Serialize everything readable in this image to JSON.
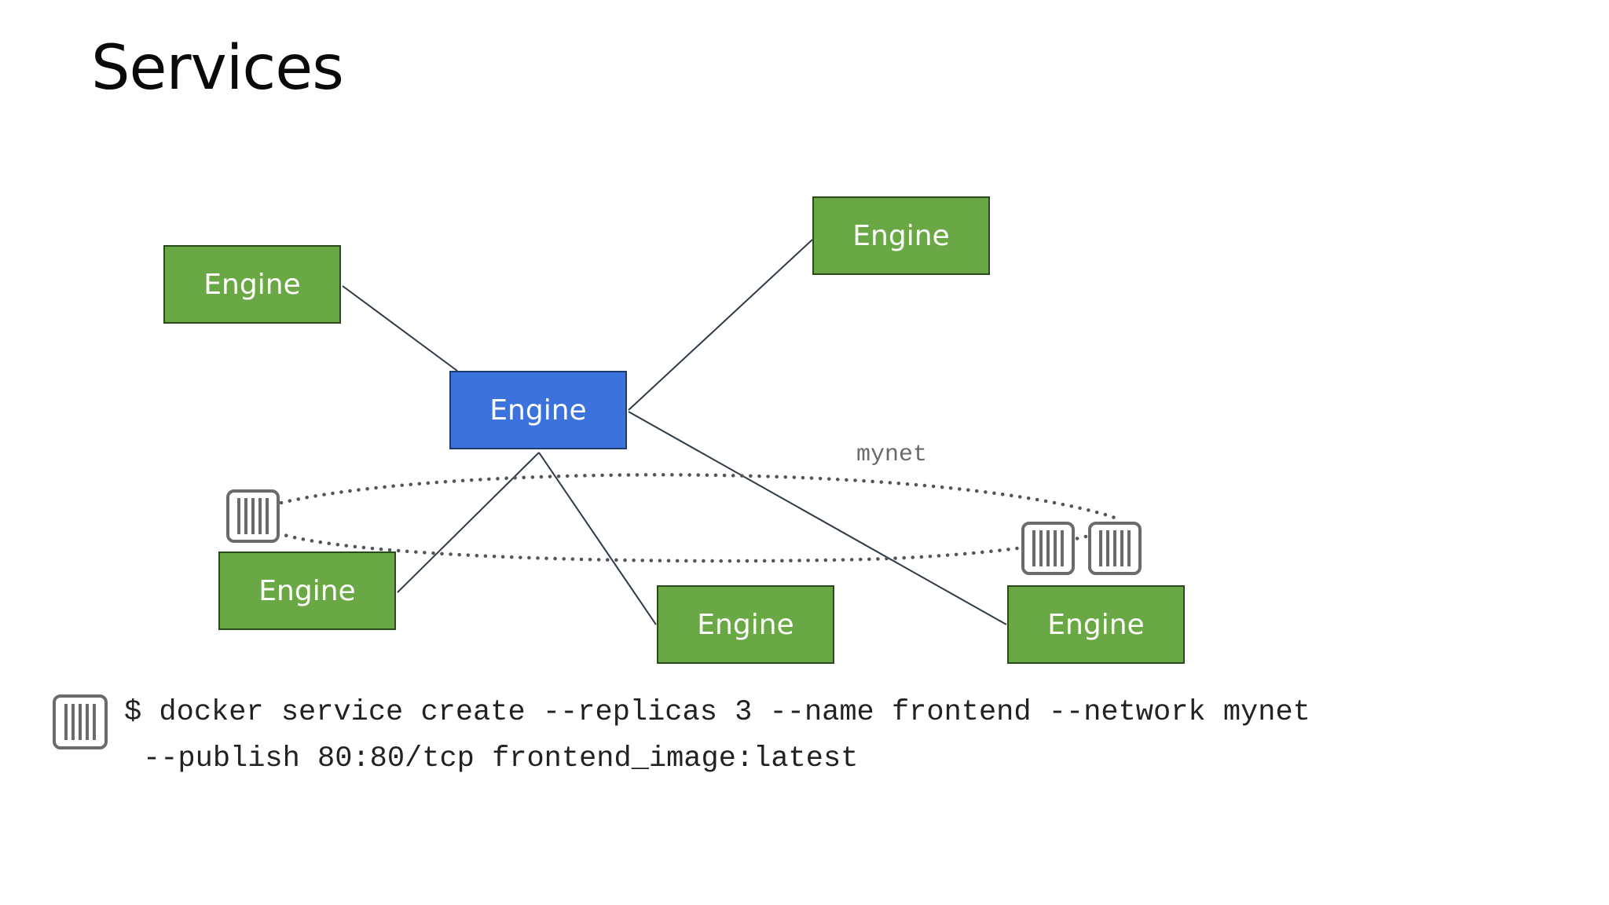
{
  "title": "Services",
  "nodes": {
    "top_left": {
      "label": "Engine"
    },
    "top_right": {
      "label": "Engine"
    },
    "manager": {
      "label": "Engine"
    },
    "bottom_left": {
      "label": "Engine"
    },
    "bottom_middle": {
      "label": "Engine"
    },
    "bottom_right": {
      "label": "Engine"
    }
  },
  "network": {
    "label": "mynet"
  },
  "command": {
    "line1": "$ docker service create --replicas 3 --name frontend --network mynet",
    "line2": "--publish 80:80/tcp frontend_image:latest"
  },
  "colors": {
    "worker_fill": "#6aa845",
    "manager_fill": "#3c72dc",
    "connector": "#2f3a48",
    "container_icon": "#6b6b6b"
  },
  "icons": [
    "container-icon"
  ]
}
